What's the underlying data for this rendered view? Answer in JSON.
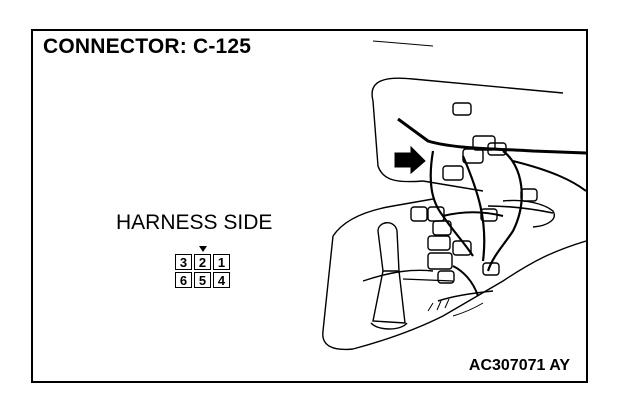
{
  "title": "CONNECTOR: C-125",
  "harness_label": "HARNESS SIDE",
  "connector": {
    "top_row": [
      "3",
      "2",
      "1"
    ],
    "bottom_row": [
      "6",
      "5",
      "4"
    ]
  },
  "reference_code": "AC307071 AY",
  "illustration_icon": "vehicle-console-wiring-illustration",
  "arrow_icon": "location-arrow-icon"
}
